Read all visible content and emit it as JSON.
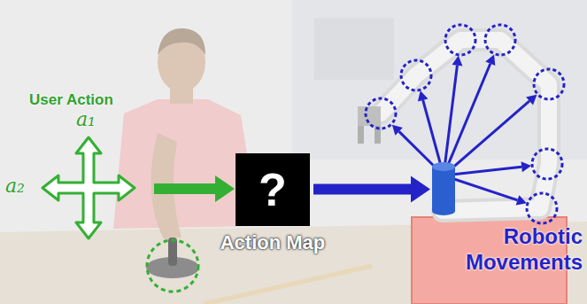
{
  "diagram": {
    "nodes": [
      {
        "text": [
          "User Action",
          "a₁",
          "a₂"
        ]
      },
      {
        "text": [
          "?",
          "Action Map"
        ]
      },
      {
        "text": [
          "Robotic Movements"
        ]
      }
    ],
    "edges": [
      {
        "from": 0,
        "to": 1,
        "arrow": "to"
      },
      {
        "from": 1,
        "to": 2,
        "arrow": "to"
      }
    ]
  }
}
